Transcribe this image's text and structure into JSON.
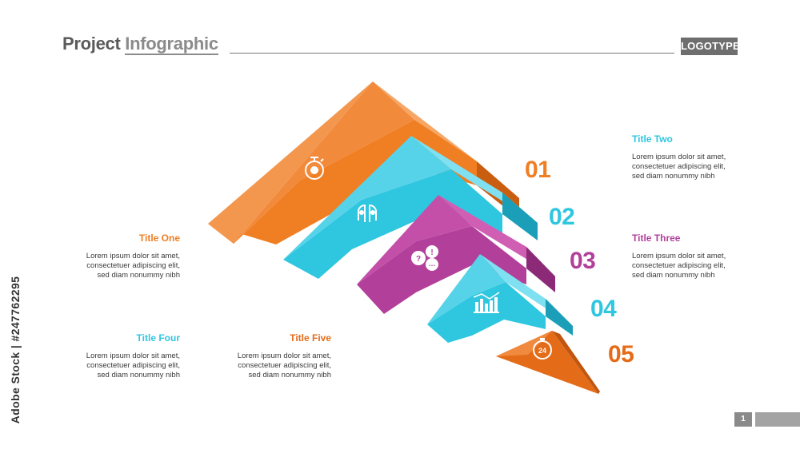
{
  "header": {
    "title_part1": "Project",
    "title_part2": "Infographic",
    "logotype": "LOGOTYPE"
  },
  "side_label": "Adobe Stock | #247762295",
  "page_number": "1",
  "colors": {
    "orange": "#f07e22",
    "cyan": "#2fc6e0",
    "magenta": "#b23f9a",
    "dark_orange": "#e46b18",
    "gray": "#6e6e6e"
  },
  "steps": [
    {
      "number": "01",
      "title": "Title One",
      "text": [
        "Lorem ipsum dolor sit amet,",
        "consectetuer adipiscing elit,",
        "sed diam nonummy nibh"
      ],
      "icon": "stopwatch-icon",
      "color": "#f07e22"
    },
    {
      "number": "02",
      "title": "Title Two",
      "text": [
        "Lorem ipsum dolor sit amet,",
        "consectetuer adipiscing elit,",
        "sed diam nonummy nibh"
      ],
      "icon": "two-heads-icon",
      "color": "#2fc6e0"
    },
    {
      "number": "03",
      "title": "Title Three",
      "text": [
        "Lorem ipsum dolor sit amet,",
        "consectetuer adipiscing elit,",
        "sed diam nonummy nibh"
      ],
      "icon": "chat-bubbles-icon",
      "color": "#b23f9a"
    },
    {
      "number": "04",
      "title": "Title Four",
      "text": [
        "Lorem ipsum dolor sit amet,",
        "consectetuer adipiscing elit,",
        "sed diam nonummy nibh"
      ],
      "icon": "bar-chart-icon",
      "color": "#2fc6e0"
    },
    {
      "number": "05",
      "title": "Title Five",
      "text": [
        "Lorem ipsum dolor sit amet,",
        "consectetuer adipiscing elit,",
        "sed diam nonummy nibh"
      ],
      "icon": "clock-24-icon",
      "color": "#e46b18"
    }
  ]
}
